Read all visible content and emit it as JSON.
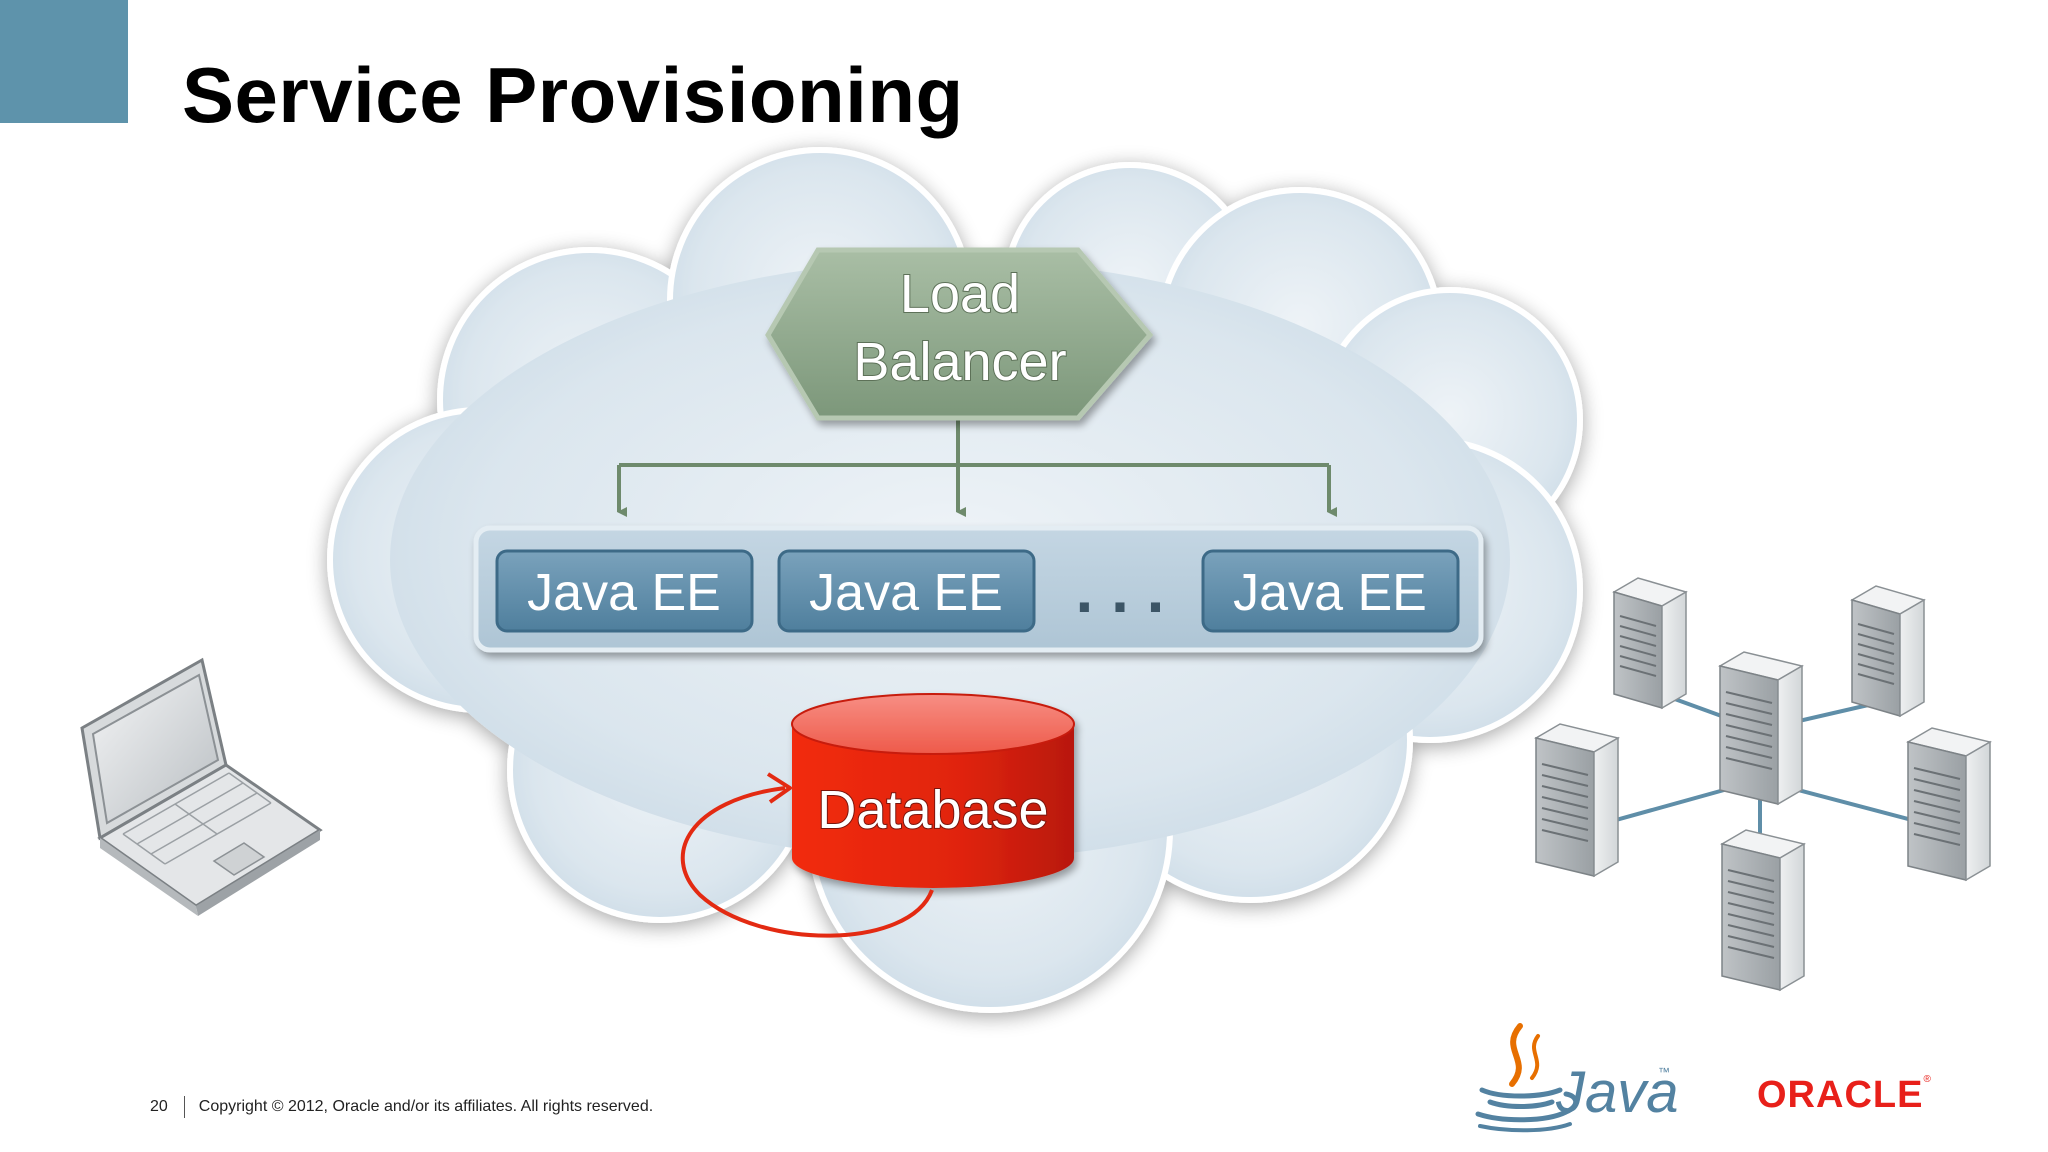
{
  "slide": {
    "title": "Service Provisioning",
    "page_number": "20",
    "copyright": "Copyright © 2012, Oracle and/or its affiliates. All rights reserved."
  },
  "diagram": {
    "load_balancer_line1": "Load",
    "load_balancer_line2": "Balancer",
    "server_nodes": [
      "Java EE",
      "Java EE",
      "Java EE"
    ],
    "ellipsis": ". . .",
    "database": "Database"
  },
  "logos": {
    "java": "Java",
    "java_tm": "™",
    "oracle": "ORACLE",
    "oracle_reg": "®"
  },
  "colors": {
    "accent_block": "#5e93ab",
    "cloud_fill": "#dce7ef",
    "load_balancer": "#8fa88b",
    "java_ee_box": "#5d8aa6",
    "database": "#e32a12",
    "oracle_red": "#e8201a",
    "java_blue": "#5382a1",
    "java_orange": "#e76f00"
  },
  "icons": [
    "laptop-icon",
    "server-cluster-icon",
    "java-cup-icon"
  ]
}
